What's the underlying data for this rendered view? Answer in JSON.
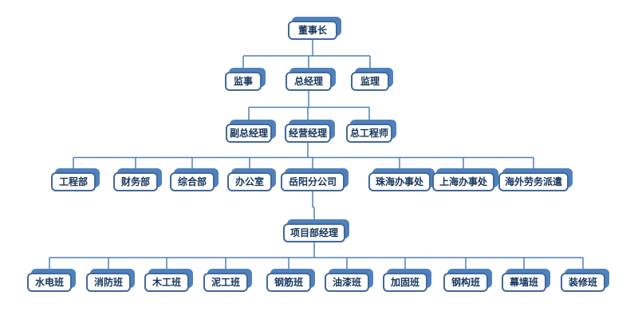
{
  "org_chart": {
    "levels": [
      {
        "nodes": [
          "董事长"
        ]
      },
      {
        "nodes": [
          "监事",
          "总经理",
          "监理"
        ]
      },
      {
        "nodes": [
          "副总经理",
          "经营经理",
          "总工程师"
        ]
      },
      {
        "nodes": [
          "工程部",
          "财务部",
          "综合部",
          "办公室",
          "岳阳分公司",
          "珠海办事处",
          "上海办事处",
          "海外劳务派遣"
        ]
      },
      {
        "nodes": [
          "项目部经理"
        ]
      },
      {
        "nodes": [
          "水电班",
          "消防班",
          "木工班",
          "泥工班",
          "钢筋班",
          "油漆班",
          "加固班",
          "钢构班",
          "幕墙班",
          "装修班"
        ]
      }
    ],
    "relations": [
      {
        "from": "董事长",
        "to": [
          "监事",
          "总经理",
          "监理"
        ]
      },
      {
        "from": "总经理",
        "to": [
          "副总经理",
          "经营经理",
          "总工程师"
        ]
      },
      {
        "from": "经营经理",
        "to": [
          "工程部",
          "财务部",
          "综合部",
          "办公室",
          "岳阳分公司",
          "珠海办事处",
          "上海办事处",
          "海外劳务派遣"
        ]
      },
      {
        "from": "岳阳分公司",
        "to": [
          "项目部经理"
        ]
      },
      {
        "from": "项目部经理",
        "to": [
          "水电班",
          "消防班",
          "木工班",
          "泥工班",
          "钢筋班",
          "油漆班",
          "加固班",
          "钢构班",
          "幕墙班",
          "装修班"
        ]
      }
    ],
    "colors": {
      "node_border": "#41699c",
      "node_fill": "#ffffff",
      "shadow": "#4f81bd",
      "connector": "#4f81bd",
      "text": "#16365c"
    }
  }
}
